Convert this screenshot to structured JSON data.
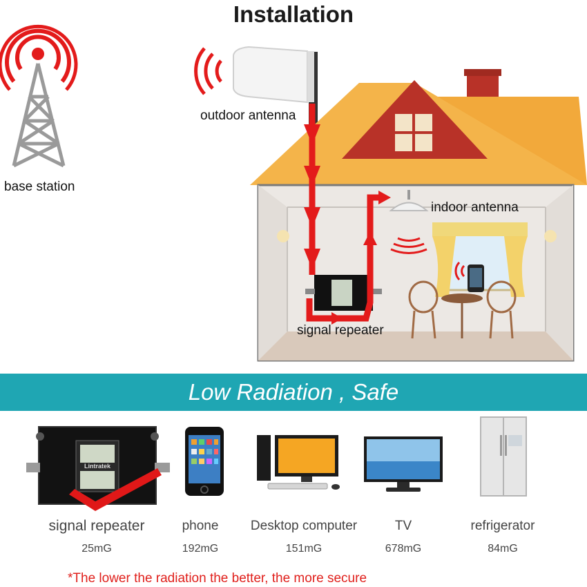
{
  "title": "Installation",
  "labels": {
    "base_station": "base station",
    "outdoor_antenna": "outdoor antenna",
    "indoor_antenna": "indoor antenna",
    "signal_repeater": "signal repeater"
  },
  "banner": {
    "text": "Low Radiation , Safe",
    "color": "#1fa6b3"
  },
  "products": [
    {
      "name": "signal repeater",
      "value": "25mG",
      "icon": "signal-repeater-device-icon"
    },
    {
      "name": "phone",
      "value": "192mG",
      "icon": "smartphone-icon"
    },
    {
      "name": "Desktop computer",
      "value": "151mG",
      "icon": "desktop-computer-icon"
    },
    {
      "name": "TV",
      "value": "678mG",
      "icon": "tv-icon"
    },
    {
      "name": "refrigerator",
      "value": "84mG",
      "icon": "refrigerator-icon"
    }
  ],
  "device_brand": "Lintratek",
  "note": "*The lower the radiation the better, the more secure",
  "colors": {
    "signal_red": "#e31b1b",
    "roof": "#f2a93b",
    "roof_gable": "#b83228",
    "check": "#e01818"
  }
}
